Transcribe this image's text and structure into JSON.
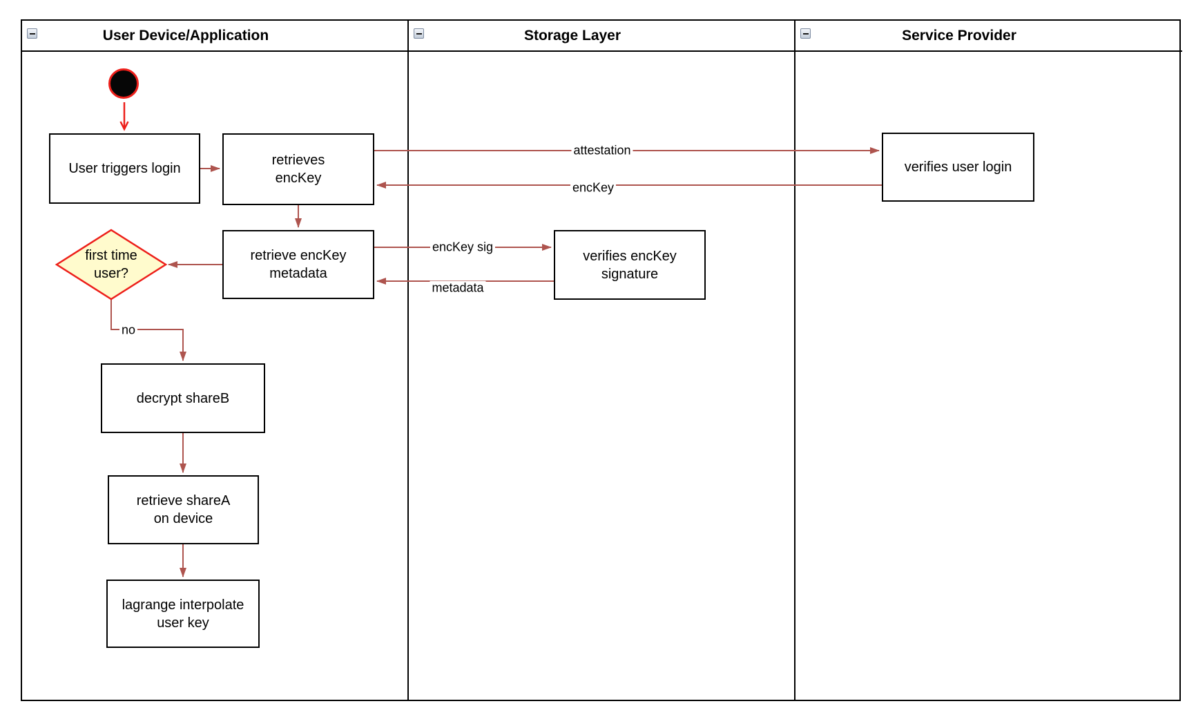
{
  "lanes": [
    {
      "title": "User Device/Application"
    },
    {
      "title": "Storage Layer"
    },
    {
      "title": "Service Provider"
    }
  ],
  "nodes": {
    "start": {
      "type": "initial-node"
    },
    "login": {
      "label": "User triggers login"
    },
    "retrieves_enckey": {
      "label": "retrieves\nencKey"
    },
    "verifies_login": {
      "label": "verifies user login"
    },
    "retrieve_metadata": {
      "label": "retrieve encKey\nmetadata"
    },
    "verifies_signature": {
      "label": "verifies encKey\nsignature"
    },
    "first_time_user": {
      "label": "first time\nuser?"
    },
    "decrypt_shareb": {
      "label": "decrypt shareB"
    },
    "retrieve_sharea": {
      "label": "retrieve shareA\non device"
    },
    "lagrange": {
      "label": "lagrange interpolate\nuser key"
    }
  },
  "edge_labels": {
    "attestation": "attestation",
    "enckey": "encKey",
    "enckey_sig": "encKey sig",
    "metadata": "metadata",
    "no": "no"
  },
  "icons": {
    "lane_collapse": "minus-square-icon"
  },
  "colors": {
    "connector": "#ae544e",
    "accent_red": "#ed1f1a",
    "diamond_fill": "#fffbcd",
    "shape_border": "#000000"
  }
}
